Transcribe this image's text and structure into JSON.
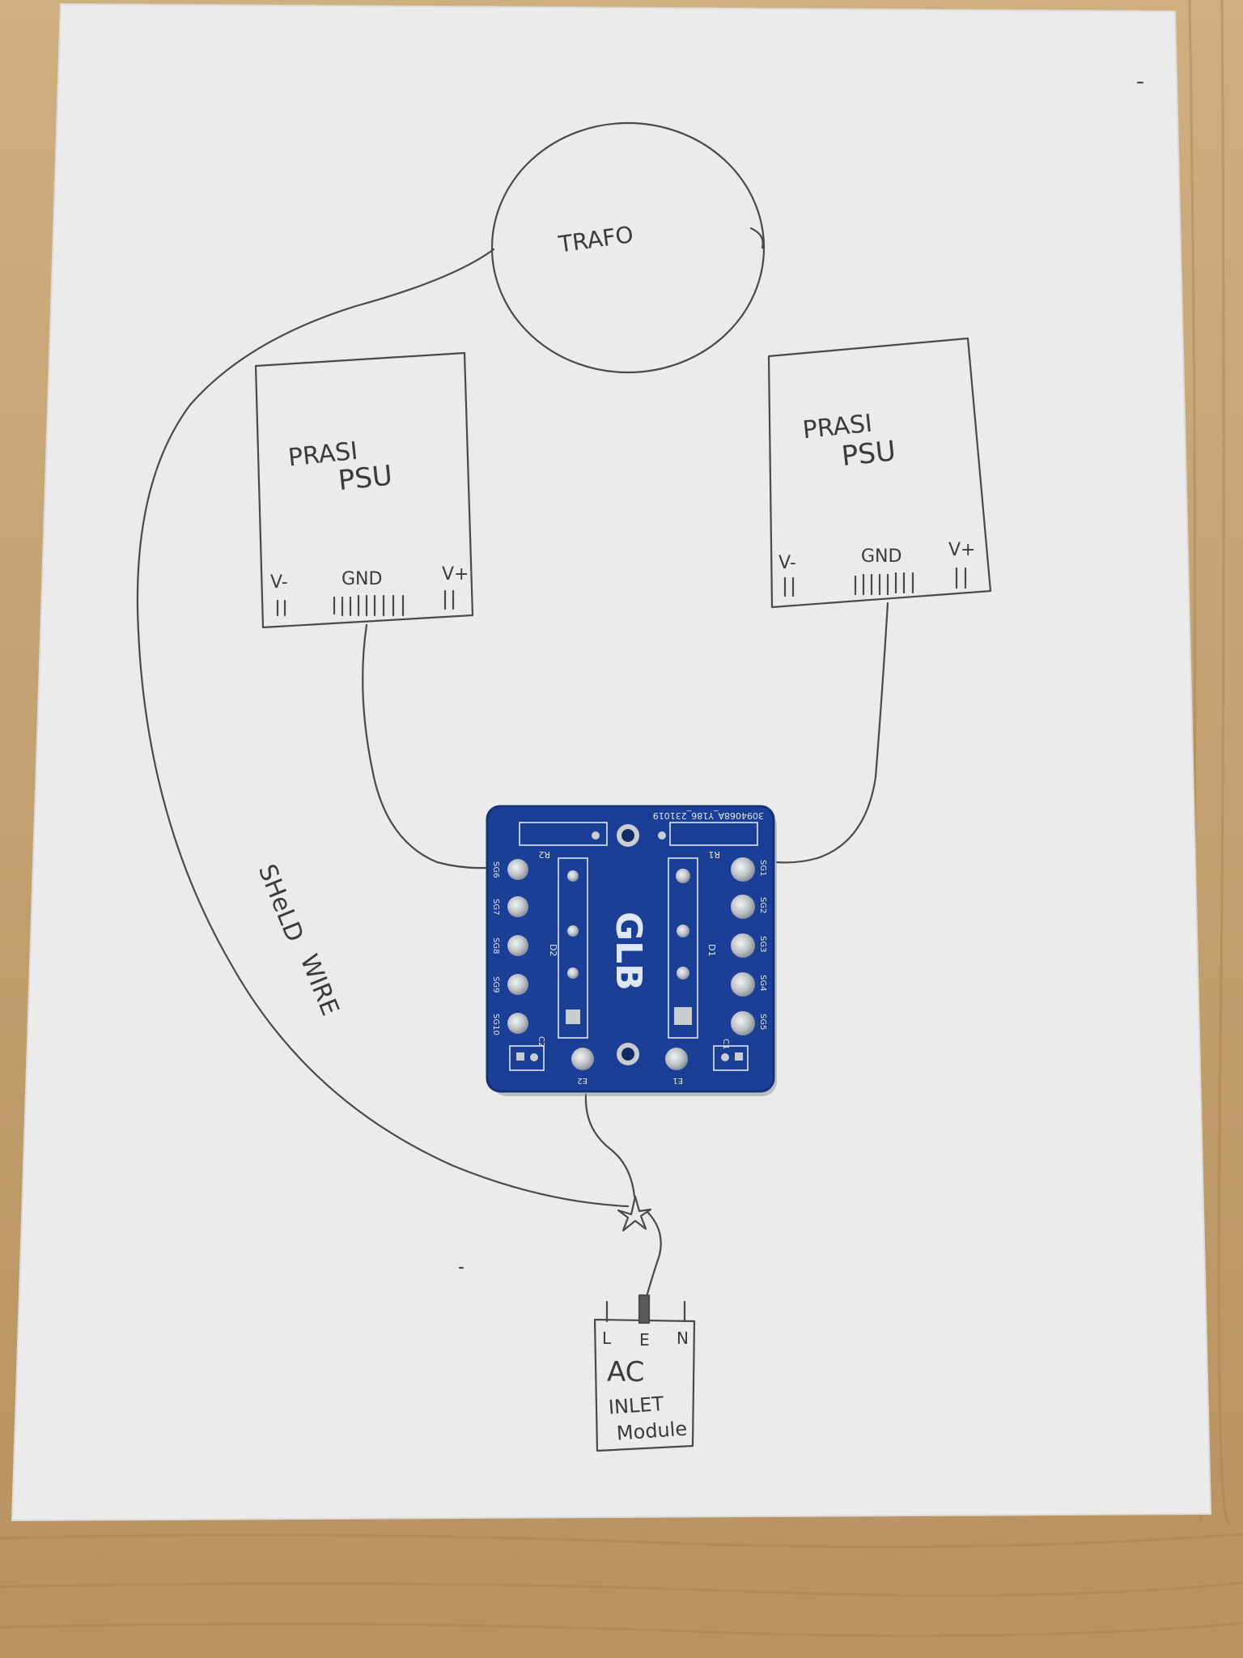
{
  "diagram": {
    "transformer_label": "TRAFO",
    "psu_left": {
      "line1": "PRASI",
      "line2": "PSU",
      "vminus": "V-",
      "gnd": "GND",
      "vplus": "V+"
    },
    "psu_right": {
      "line1": "PRASI",
      "line2": "PSU",
      "vminus": "V-",
      "gnd": "GND",
      "vplus": "V+"
    },
    "shield_label_1": "SHeLD",
    "shield_label_2": "WIRE",
    "ac_pins": {
      "l": "L",
      "e": "E",
      "n": "N"
    },
    "ac_label": {
      "line1": "AC",
      "line2": "INLET",
      "line3": "Module"
    }
  },
  "pcb": {
    "title": "GLB",
    "serial": "3094068A_Y186_231019",
    "r1": "R1",
    "r2": "R2",
    "d1": "D1",
    "d2": "D2",
    "c1": "C1",
    "c2": "C2",
    "e1": "E1",
    "e2": "E2",
    "sg_left": [
      "SG6",
      "SG7",
      "SG8",
      "SG9",
      "SG10"
    ],
    "sg_right": [
      "SG1",
      "SG2",
      "SG3",
      "SG4",
      "SG5"
    ]
  },
  "colors": {
    "paper": "#ecebeb",
    "pcb": "#1b3f96",
    "pad": "#c9ccd1",
    "pencil": "#4a4a4a",
    "wood": "#c9a675"
  }
}
